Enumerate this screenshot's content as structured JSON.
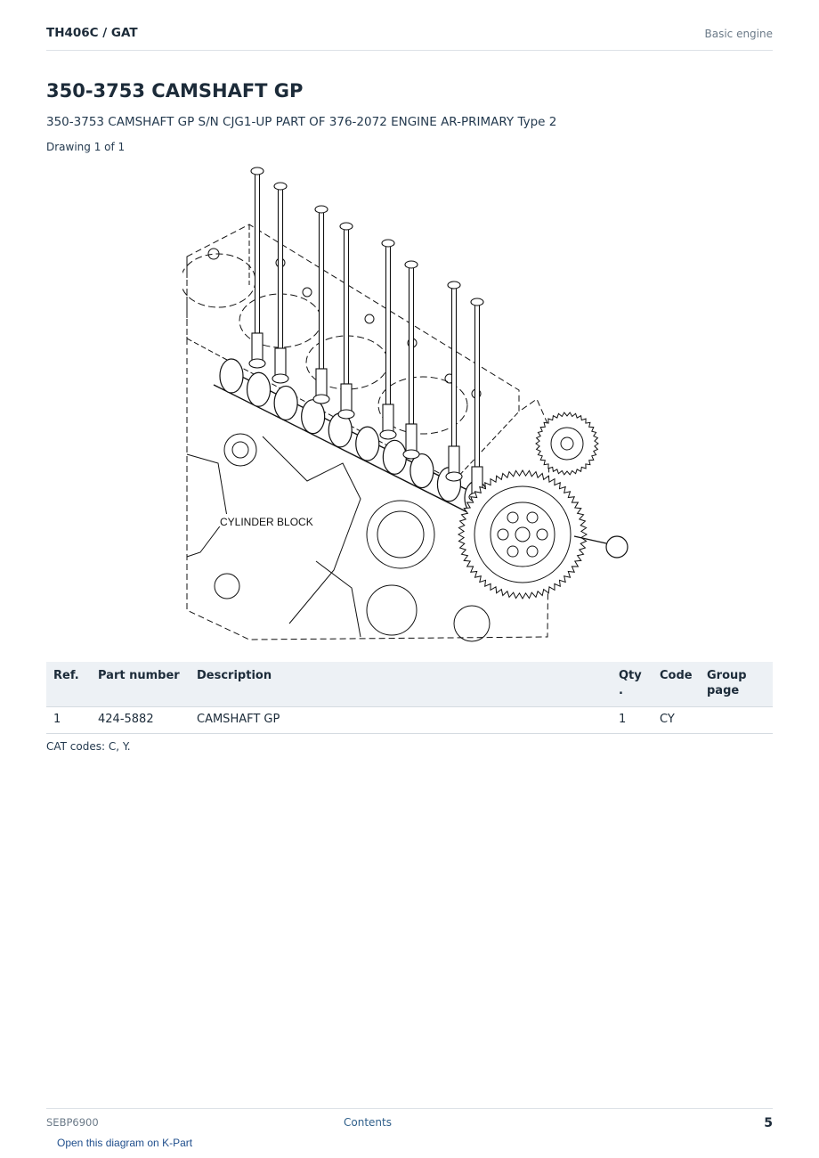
{
  "header": {
    "model": "TH406C  /  GAT",
    "section": "Basic engine"
  },
  "title": "350-3753 CAMSHAFT GP",
  "subtitle": "350-3753 CAMSHAFT GP S/N CJG1-UP PART OF 376-2072 ENGINE AR-PRIMARY Type 2",
  "drawing_label": "Drawing 1 of 1",
  "drawing": {
    "block_label": "CYLINDER BLOCK"
  },
  "table": {
    "headers": {
      "ref": "Ref.",
      "part_number": "Part number",
      "description": "Description",
      "qty_line1": "Qty",
      "qty_line2": ".",
      "code": "Code",
      "group_line1": "Group",
      "group_line2": "page"
    },
    "rows": [
      {
        "ref": "1",
        "part_number": "424-5882",
        "description": "CAMSHAFT GP",
        "qty": "1",
        "code": "CY",
        "group_page": ""
      }
    ]
  },
  "cat_codes": "CAT codes: C, Y.",
  "footer": {
    "doc_id": "SEBP6900",
    "contents_link": "Contents",
    "page_number": "5"
  },
  "kpart_link": "Open this diagram on K-Part"
}
